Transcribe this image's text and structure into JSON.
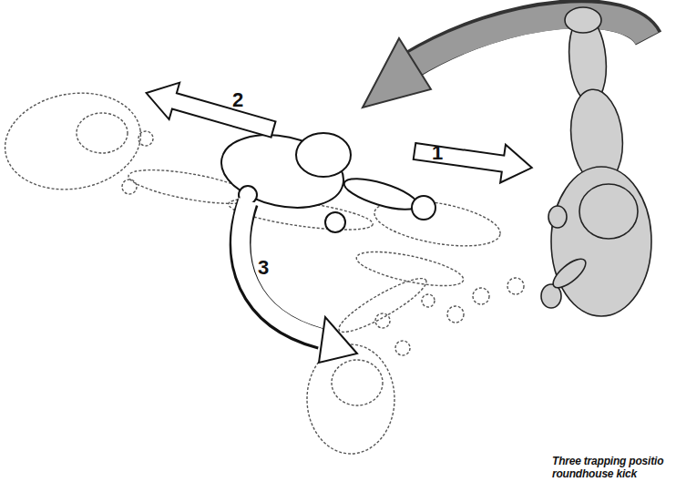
{
  "diagram": {
    "caption": "Three trapping positio roundhouse kick",
    "labels": [
      "1",
      "2",
      "3"
    ]
  }
}
